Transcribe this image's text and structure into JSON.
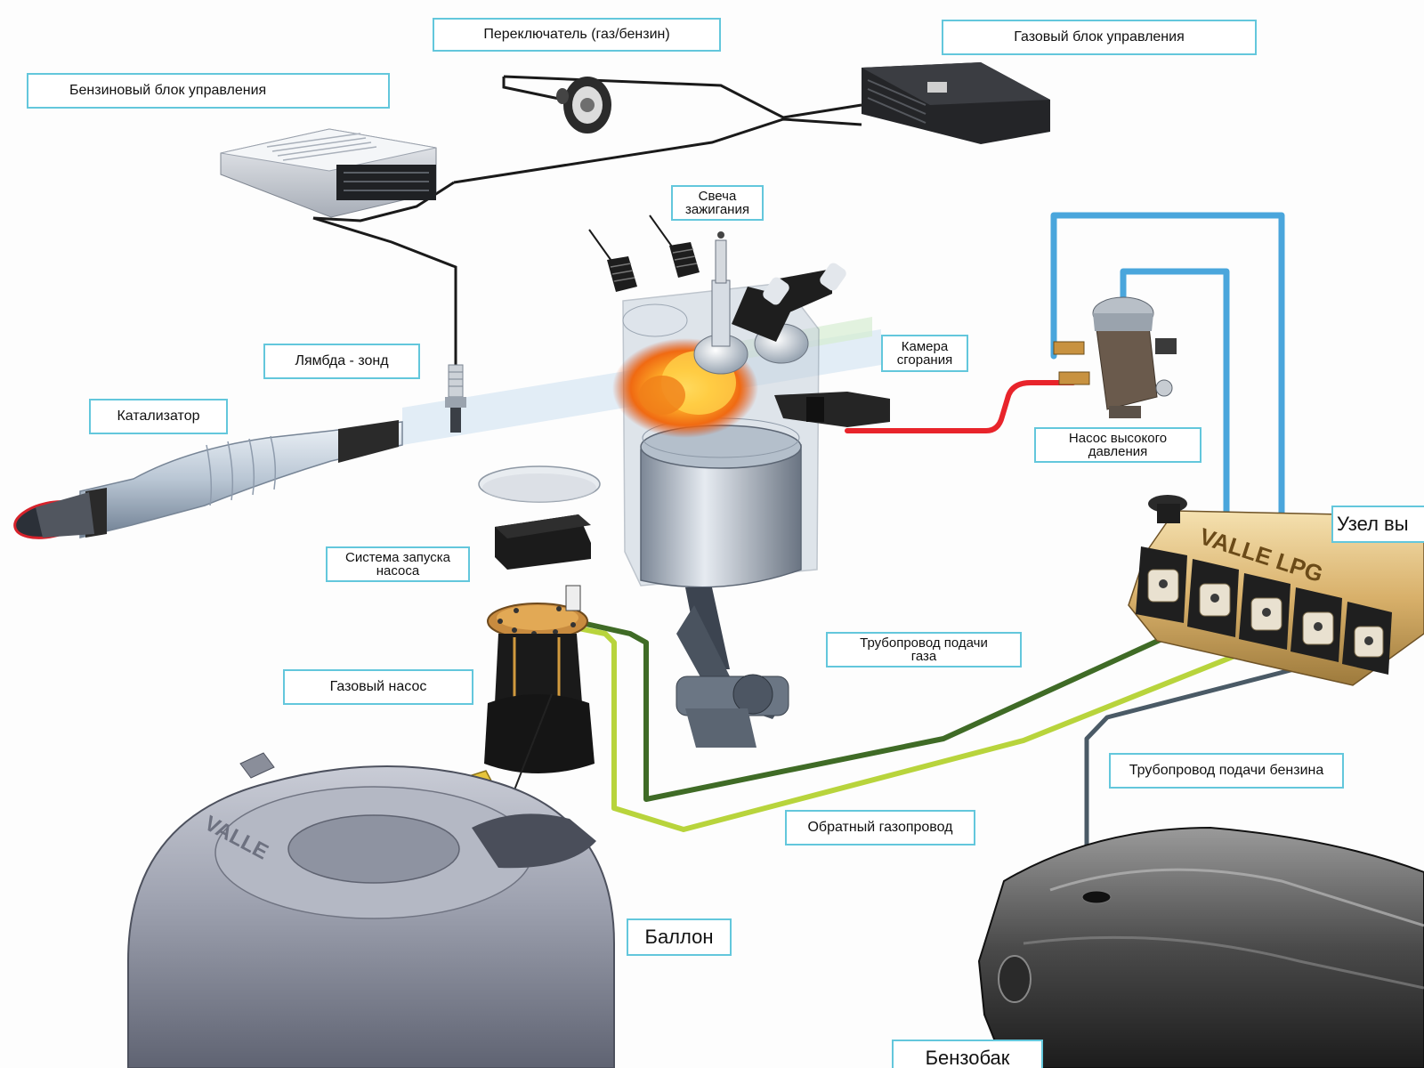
{
  "labels": {
    "switch": "Переключатель (газ/бензин)",
    "gas_ecu": "Газовый блок управления",
    "petrol_ecu": "Бензиновый блок управления",
    "spark_plug": [
      "Свеча",
      "зажигания"
    ],
    "lambda": "Лямбда - зонд",
    "combustion_chamber": [
      "Камера",
      "сгорания"
    ],
    "catalyst": "Катализатор",
    "hp_pump": [
      "Насос высокого",
      "давления"
    ],
    "pump_start": [
      "Система запуска",
      "насоса"
    ],
    "gas_feed_pipe": [
      "Трубопровод подачи",
      "газа"
    ],
    "gas_pump": "Газовый насос",
    "petrol_feed_pipe": "Трубопровод подачи бензина",
    "gas_return_pipe": "Обратный газопровод",
    "cylinder": "Баллон",
    "fuel_tank": "Бензобак",
    "injector_node": "Узел вы"
  },
  "brand_marks": {
    "rail": "VALLE LPG",
    "cylinder": "VALLE"
  },
  "colors": {
    "label_border": "#63c7dc",
    "wire": "#1a1a1a",
    "high_pressure_line": "#e8242b",
    "blue_line": "#4aa6dc",
    "gas_feed_line": "#3f6b26",
    "gas_return_line": "#b8d43c",
    "petrol_line": "#4a5a66"
  }
}
